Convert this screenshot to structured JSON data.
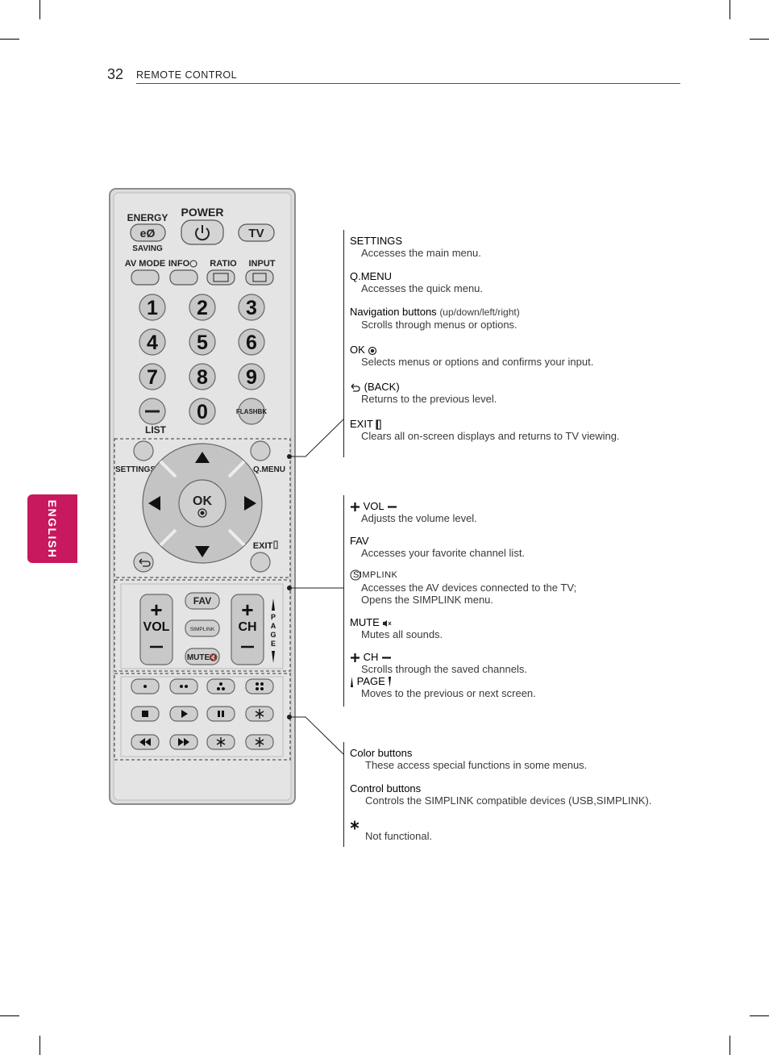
{
  "header": {
    "page_number": "32",
    "section_title": "REMOTE CONTROL"
  },
  "side_tab": {
    "label": "ENGLISH",
    "color": "#c8185e"
  },
  "accent_color": "#b8175c",
  "remote": {
    "energy": "ENERGY",
    "saving": "SAVING",
    "power": "POWER",
    "tv": "TV",
    "av_mode": "AV MODE",
    "info": "INFO",
    "ratio": "RATIO",
    "input": "INPUT",
    "digits": [
      "1",
      "2",
      "3",
      "4",
      "5",
      "6",
      "7",
      "8",
      "9"
    ],
    "zero": "0",
    "list": "LIST",
    "flashbk": "FLASHBK",
    "settings": "SETTINGS",
    "qmenu": "Q.MENU",
    "ok": "OK",
    "exit": "EXIT",
    "fav": "FAV",
    "vol": "VOL",
    "ch": "CH",
    "mute": "MUTE",
    "page_letters": [
      "P",
      "A",
      "G",
      "E"
    ],
    "simplink_logo": "SIMPLINK"
  },
  "group1": [
    {
      "title": "SETTINGS",
      "desc": "Accesses the main menu."
    },
    {
      "title": "Q.MENU",
      "desc": "Accesses the quick menu."
    },
    {
      "title": "Navigation buttons",
      "note": "(up/down/left/right)",
      "desc": "Scrolls through menus or options."
    },
    {
      "title": "OK",
      "icon": "ok-dot-icon",
      "desc": "Selects menus or options and confirms your input."
    },
    {
      "title": "(BACK)",
      "icon": "back-arrow-icon",
      "desc": "Returns to the previous level."
    },
    {
      "title": "EXIT",
      "icon": "exit-icon",
      "desc": "Clears all on-screen displays and returns to TV viewing."
    }
  ],
  "group2": [
    {
      "title": "VOL",
      "icon": "plus-minus-icon",
      "desc": "Adjusts the volume level."
    },
    {
      "title": "FAV",
      "desc": "Accesses your favorite channel list."
    },
    {
      "title": "SIMPLINK",
      "icon": "simplink-logo-icon",
      "desc": "Accesses the AV devices connected to the TV;",
      "desc2": "Opens the SIMPLINK menu."
    },
    {
      "title": "MUTE",
      "icon": "mute-icon",
      "desc": "Mutes all sounds."
    },
    {
      "title": "CH",
      "icon": "plus-minus-icon",
      "desc": "Scrolls through the saved channels."
    },
    {
      "title": "PAGE",
      "icon": "page-arrows-icon",
      "desc": "Moves to the previous or next screen."
    }
  ],
  "group3": [
    {
      "title": "Color buttons",
      "desc": "These access special functions in some menus."
    },
    {
      "title": "Control buttons",
      "desc": "Controls the SIMPLINK compatible devices (USB,SIMPLINK)."
    },
    {
      "title": "",
      "icon": "asterisk-icon",
      "desc": "Not functional."
    }
  ]
}
